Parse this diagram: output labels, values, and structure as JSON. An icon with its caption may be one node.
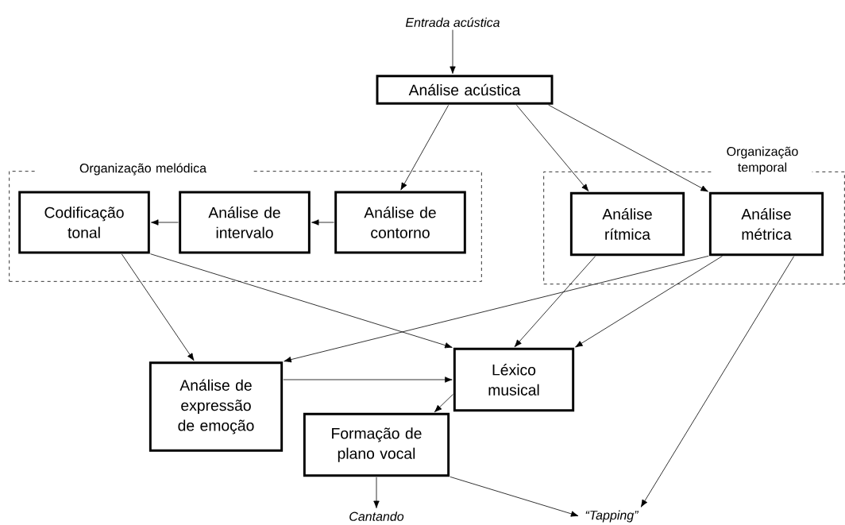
{
  "diagram": {
    "nodes": [
      {
        "text": [
          "Entrada acústica"
        ]
      },
      {
        "text": [
          "Análise acústica"
        ]
      },
      {
        "text": [
          "Organização melódica"
        ]
      },
      {
        "text": [
          "Codificação tonal"
        ],
        "in": 2
      },
      {
        "text": [
          "Análise de intervalo"
        ],
        "in": 2
      },
      {
        "text": [
          "Análise de contorno"
        ],
        "in": 2
      },
      {
        "text": [
          "Organização temporal"
        ]
      },
      {
        "text": [
          "Análise rítmica"
        ],
        "in": 6
      },
      {
        "text": [
          "Análise métrica"
        ],
        "in": 6
      },
      {
        "text": [
          "Análise de expressão de emoção"
        ]
      },
      {
        "text": [
          "Léxico musical"
        ]
      },
      {
        "text": [
          "Formação de plano vocal"
        ]
      },
      {
        "text": [
          "Cantando"
        ]
      },
      {
        "text": [
          "“Tapping”"
        ]
      }
    ],
    "edges": [
      {
        "from": 0,
        "to": 1,
        "arrow": "to"
      },
      {
        "from": 1,
        "to": 5,
        "arrow": "to"
      },
      {
        "from": 1,
        "to": 7,
        "arrow": "to"
      },
      {
        "from": 1,
        "to": 8,
        "arrow": "to"
      },
      {
        "from": 5,
        "to": 4,
        "arrow": "to"
      },
      {
        "from": 4,
        "to": 3,
        "arrow": "to"
      },
      {
        "from": 3,
        "to": 9,
        "arrow": "to"
      },
      {
        "from": 3,
        "to": 10,
        "arrow": "to"
      },
      {
        "from": 8,
        "to": 9,
        "arrow": "to"
      },
      {
        "from": 7,
        "to": 10,
        "arrow": "to"
      },
      {
        "from": 8,
        "to": 10,
        "arrow": "to"
      },
      {
        "from": 9,
        "to": 10,
        "arrow": "to"
      },
      {
        "from": 10,
        "to": 11,
        "arrow": "to"
      },
      {
        "from": 11,
        "to": 12,
        "arrow": "to"
      },
      {
        "from": 11,
        "to": 13,
        "arrow": "to"
      },
      {
        "from": 8,
        "to": 13,
        "arrow": "to"
      }
    ]
  }
}
